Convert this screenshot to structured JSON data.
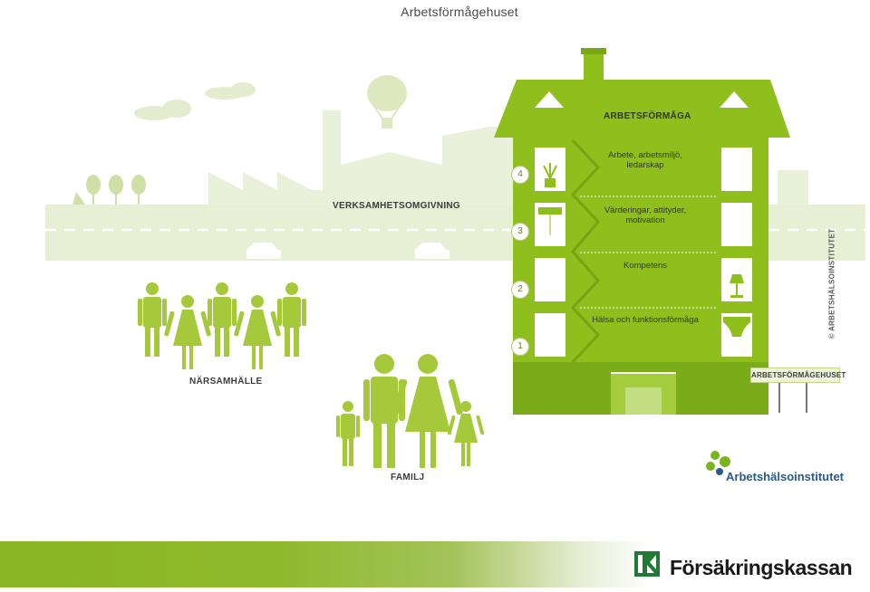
{
  "title": "Arbetsförmågehuset",
  "labels": {
    "verksamhet": "VERKSAMHETSOMGIVNING",
    "narsamhalle": "NÄRSAMHÄLLE",
    "familj": "FAMILJ",
    "roof": "ARBETSFÖRMÅGA",
    "sign": "ARBETSFÖRMÅGEHUSET",
    "copyright": "© ARBETSHÄLSOINSTITUTET"
  },
  "floors": [
    {
      "number": "4",
      "label": "Arbete, arbetsmiljö, ledarskap"
    },
    {
      "number": "3",
      "label": "Värderingar, attityder, motivation"
    },
    {
      "number": "2",
      "label": "Kompetens"
    },
    {
      "number": "1",
      "label": "Hälsa och funktionsförmåga"
    }
  ],
  "logos": {
    "arbetshalsoinstitutet": "Arbetshälsoinstitutet",
    "forsakringskassan": "Försäkringskassan"
  },
  "colors": {
    "building": "#8ebf1c",
    "building_dark": "#79a817",
    "background_light": "#e9f0d8",
    "background_mid": "#dce8bf",
    "people": "#a5c93a",
    "band": "#8ab526",
    "logo_blue": "#2a5a8a",
    "logo_green": "#7ab51d"
  }
}
